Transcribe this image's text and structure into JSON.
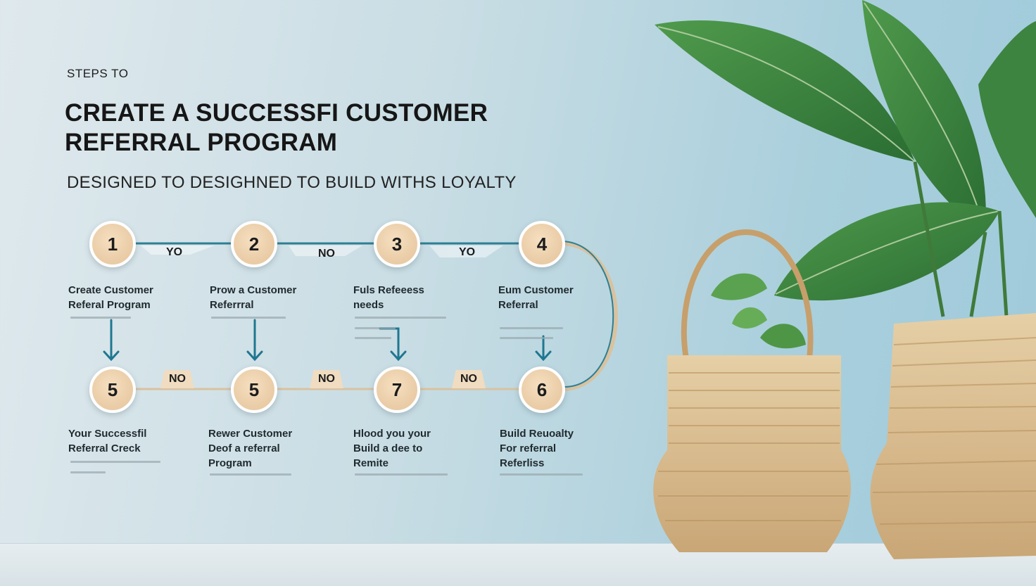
{
  "header": {
    "kicker": "STEPS TO",
    "title_line1": "CREATE A SUCCESSFI CUSTOMER",
    "title_line2": "REFERRAL PROGRAM",
    "subtitle": "DESIGNED TO DESIGHNED  TO BUILD WITHS LOYALTY"
  },
  "nodes": [
    "1",
    "2",
    "3",
    "4",
    "5",
    "5",
    "7",
    "6"
  ],
  "connectors": {
    "top": [
      "YO",
      "NO",
      "YO"
    ],
    "bottom": [
      "NO",
      "NO",
      "NO"
    ]
  },
  "steps_top": [
    {
      "line1": "Create Customer",
      "line2": "Referal Program"
    },
    {
      "line1": "Prow a Customer",
      "line2": "Referrral"
    },
    {
      "line1": "Fuls Refeeess",
      "line2": "needs"
    },
    {
      "line1": "Eum  Customer",
      "line2": "Referral"
    }
  ],
  "steps_bottom": [
    {
      "line1": "Your Successfil",
      "line2": "Referral Creck",
      "line3": ""
    },
    {
      "line1": "Rewer Customer",
      "line2": "Deof a referral",
      "line3": "Program"
    },
    {
      "line1": "Hlood you your",
      "line2": "Build a dee to",
      "line3": "Remite"
    },
    {
      "line1": "Build Reuoalty",
      "line2": "For  referral",
      "line3": "Referliss"
    }
  ],
  "colors": {
    "connector_line": "#2e7f93",
    "node_fill": "#ecd0ab",
    "arrow": "#1f7790",
    "tag_fill": "#f0dcc0"
  }
}
